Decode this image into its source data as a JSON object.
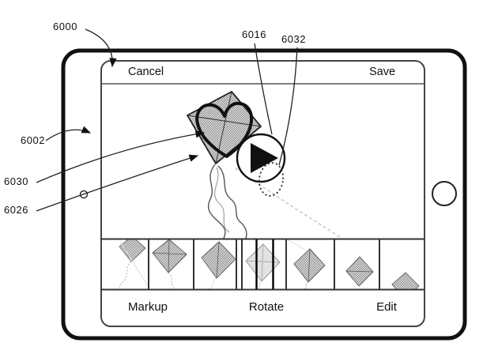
{
  "navbar": {
    "cancel_label": "Cancel",
    "save_label": "Save"
  },
  "toolbar": {
    "markup_label": "Markup",
    "rotate_label": "Rotate",
    "edit_label": "Edit"
  },
  "reference_labels": {
    "device": "6000",
    "touchscreen": "6002",
    "play_button_overlay": "6016",
    "touch_contact": "6032",
    "markup_drawing": "6030",
    "media_item": "6026"
  },
  "media": {
    "subject": "kite with heart markup drawing",
    "play_icon": "play-triangle",
    "touch_indicator": "dotted-ellipse"
  },
  "filmstrip": {
    "frame_count": 7,
    "current_frame": 4,
    "frames": [
      "kite-top-with-tail",
      "kite-upper-left-with-tail",
      "kite-center-with-tail",
      "kite-light-current-frame",
      "kite-upper-center",
      "kite-center-small",
      "kite-bottom-right-partial"
    ]
  },
  "hardware": {
    "camera": "front-camera-dot",
    "home": "home-button"
  },
  "colors": {
    "line": "#111111",
    "screen_border": "#444444",
    "kite_fill_dark": "#8f8f8f",
    "kite_fill_light": "#d0d0d0",
    "leader_line": "#222222"
  }
}
